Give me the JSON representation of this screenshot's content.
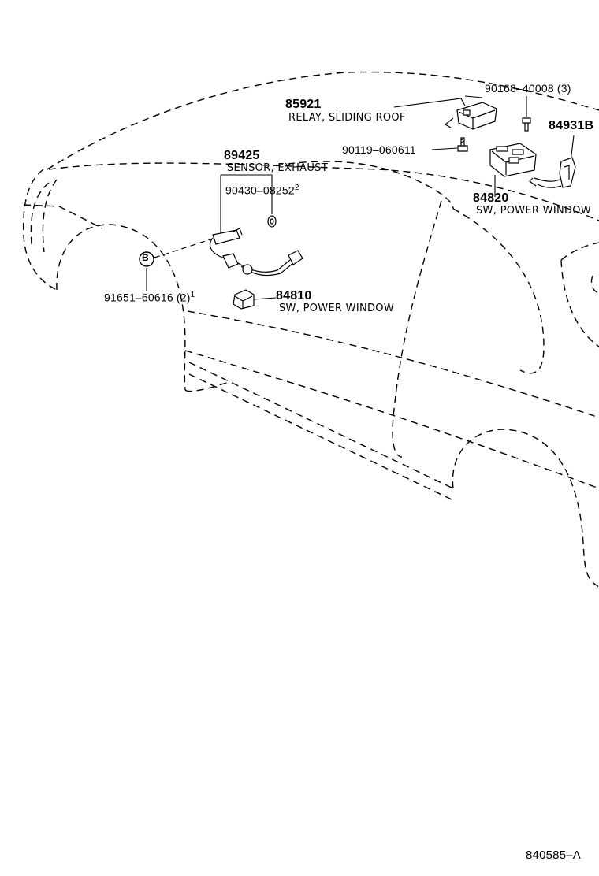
{
  "callouts": {
    "p85921": {
      "number": "85921",
      "name": "RELAY, SLIDING ROOF"
    },
    "p89425": {
      "number": "89425",
      "name": "SENSOR, EXHAUST"
    },
    "p90430": {
      "number": "90430–08252",
      "sup": "2"
    },
    "p91651": {
      "number": "91651–60616 (2)",
      "sup": "1"
    },
    "p84810": {
      "number": "84810",
      "name": "SW, POWER WINDOW"
    },
    "p90168": {
      "number": "90168–40008 (3)"
    },
    "p90119": {
      "number": "90119–060611"
    },
    "p84931": {
      "number": "84931B"
    },
    "p84820": {
      "number": "84820",
      "name": "SW, POWER WINDOW"
    },
    "marker_b": {
      "letter": "B"
    }
  },
  "reference_code": "840585–A"
}
